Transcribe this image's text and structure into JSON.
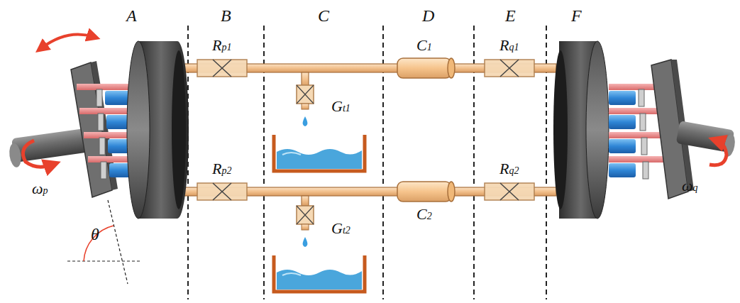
{
  "diagram": {
    "labels": [
      "A",
      "B",
      "C",
      "D",
      "E",
      "F",
      "Rp1",
      "C1",
      "Rq1",
      "Gt1",
      "Rp2",
      "Rq2",
      "Gt2",
      "C2",
      "ωp",
      "ωq",
      "θ"
    ]
  }
}
